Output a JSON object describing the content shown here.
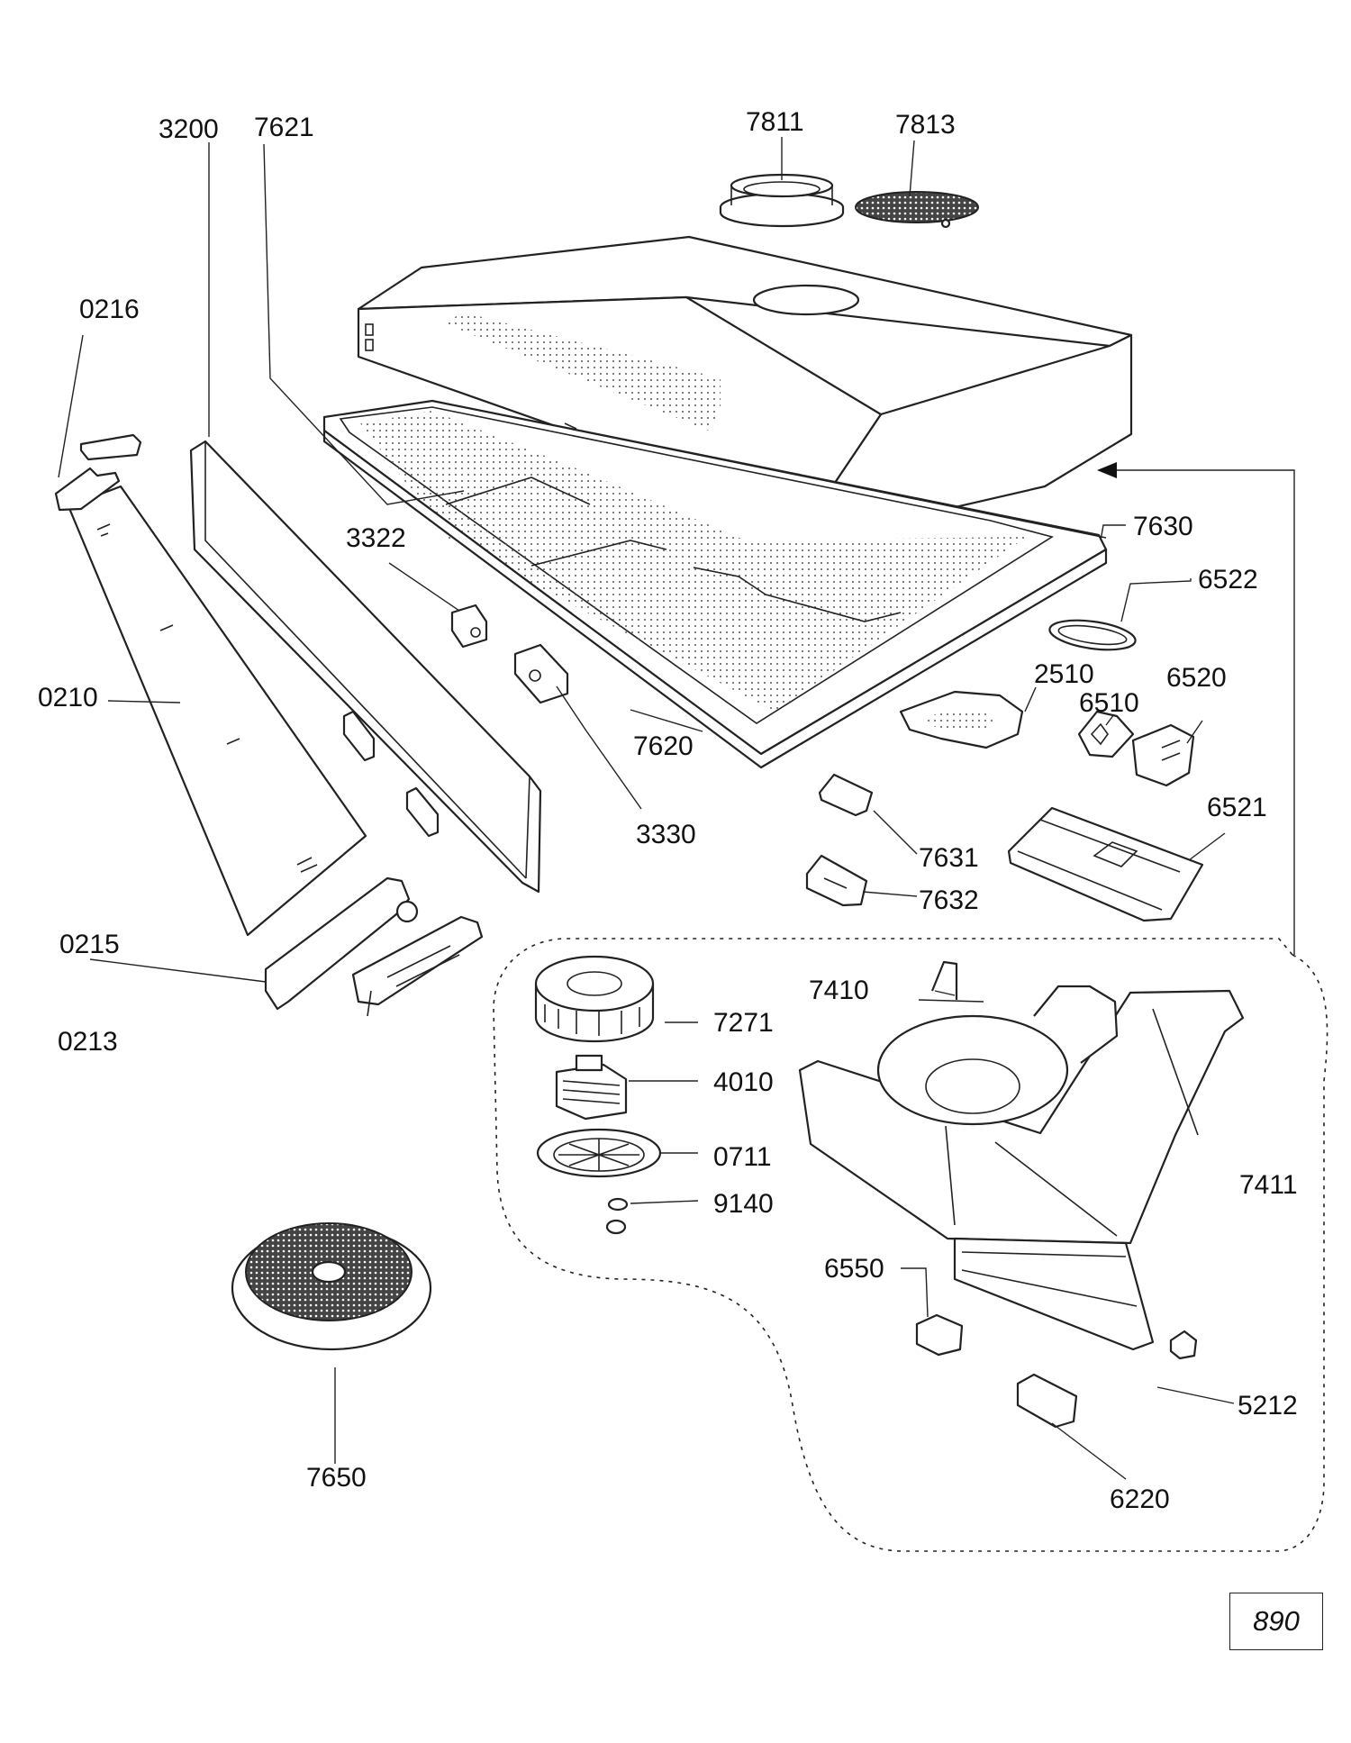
{
  "page_number": "890",
  "labels": {
    "p3200": "3200",
    "p7621": "7621",
    "p7811": "7811",
    "p7813": "7813",
    "p0216": "0216",
    "p3322": "3322",
    "p7630": "7630",
    "p6522": "6522",
    "p0210": "0210",
    "p2510": "2510",
    "p6520": "6520",
    "p6510": "6510",
    "p7620": "7620",
    "p3330": "3330",
    "p6521": "6521",
    "p7631": "7631",
    "p7632": "7632",
    "p0215": "0215",
    "p7410": "7410",
    "p7271": "7271",
    "p0213": "0213",
    "p4010": "4010",
    "p0711": "0711",
    "p7411": "7411",
    "p9140": "9140",
    "p6550": "6550",
    "p7650": "7650",
    "p5212": "5212",
    "p6220": "6220"
  }
}
